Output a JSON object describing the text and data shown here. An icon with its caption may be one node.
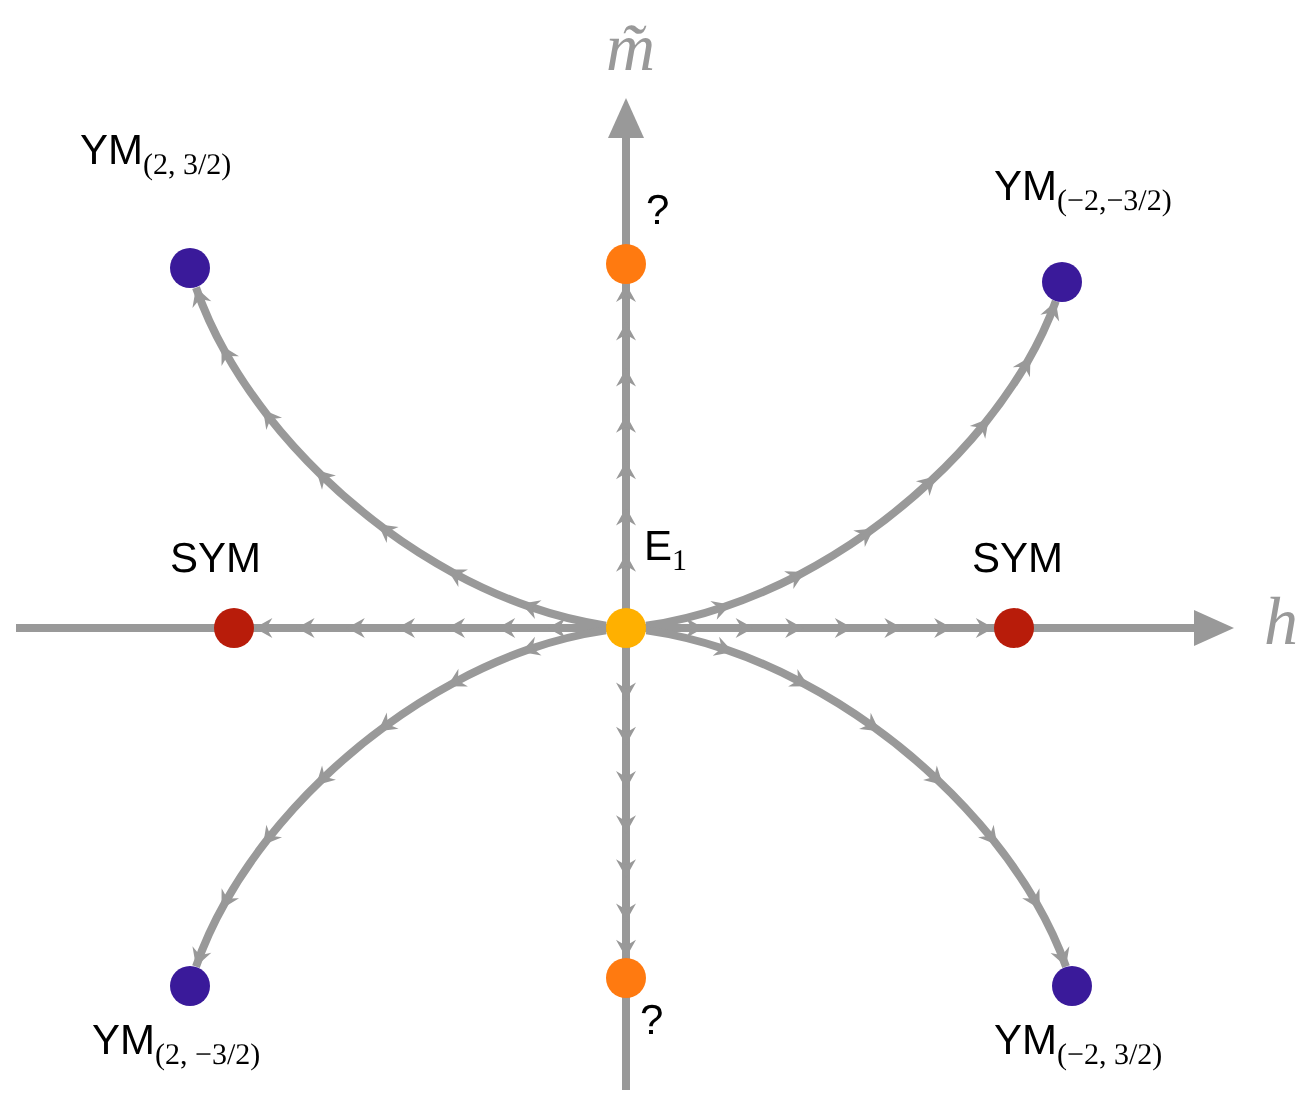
{
  "diagram": {
    "nodes": [
      {
        "text": [
          "YM$_{(2, 3/2)}$"
        ]
      },
      {
        "text": [
          "?"
        ]
      },
      {
        "text": [
          "YM$_{(−2,−3/2)}$"
        ]
      },
      {
        "text": [
          "E$_{1}$"
        ]
      },
      {
        "text": [
          "SYM"
        ]
      },
      {
        "text": [
          "SYM"
        ]
      },
      {
        "text": [
          "YM$_{(2, −3/2)}$"
        ]
      },
      {
        "text": [
          "?"
        ]
      },
      {
        "text": [
          "YM$_{(−2, 3/2)}$"
        ]
      }
    ],
    "edges": [
      {
        "from": 3,
        "to": 0,
        "arrow": "to"
      },
      {
        "from": 3,
        "to": 1,
        "arrow": "to"
      },
      {
        "from": 3,
        "to": 2,
        "arrow": "to"
      },
      {
        "from": 3,
        "to": 4,
        "arrow": "to"
      },
      {
        "from": 3,
        "to": 5,
        "arrow": "to"
      },
      {
        "from": 3,
        "to": 6,
        "arrow": "to"
      },
      {
        "from": 3,
        "to": 7,
        "arrow": "to"
      },
      {
        "from": 3,
        "to": 8,
        "arrow": "to"
      }
    ],
    "labels": [
      "m̃",
      "h"
    ]
  }
}
